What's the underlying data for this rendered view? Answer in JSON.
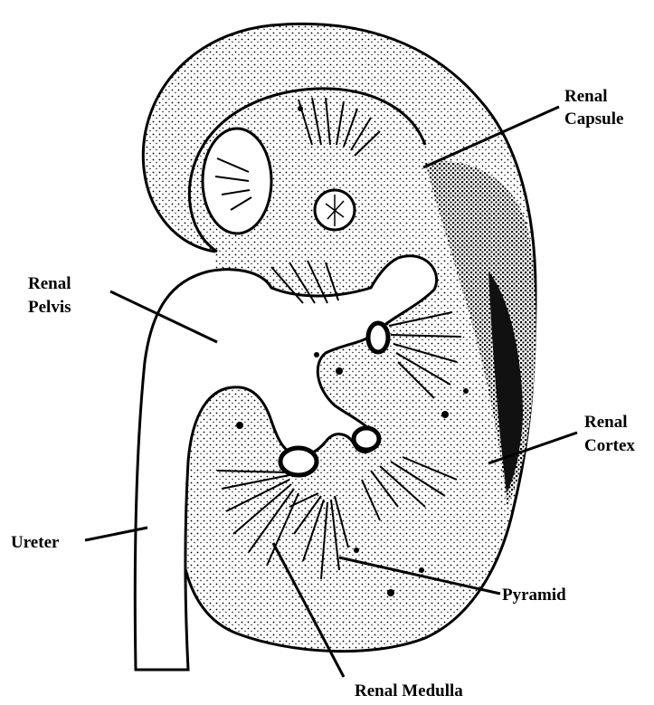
{
  "colors": {
    "ink": "#000000",
    "paper": "#ffffff",
    "shade": "#1a1a1a"
  },
  "labels": {
    "capsule": {
      "line1": "Renal",
      "line2": "Capsule"
    },
    "pelvis": {
      "line1": "Renal",
      "line2": "Pelvis"
    },
    "cortex": {
      "line1": "Renal",
      "line2": "Cortex"
    },
    "ureter": "Ureter",
    "pyramid": "Pyramid",
    "medulla": "Renal Medulla"
  }
}
